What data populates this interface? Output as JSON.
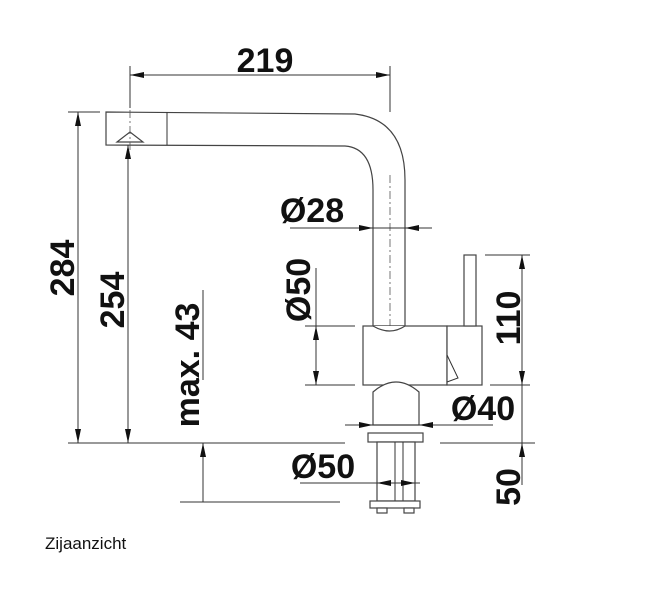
{
  "dimensions": {
    "spout_reach": "219",
    "total_height": "284",
    "spout_height": "254",
    "max_counter_thickness": "max. 43",
    "tube_diameter": "Ø28",
    "body_diameter": "Ø50",
    "body_height": "110",
    "base_diameter": "Ø40",
    "mount_diameter": "Ø50",
    "mount_length": "50"
  },
  "caption": "Zijaanzicht"
}
